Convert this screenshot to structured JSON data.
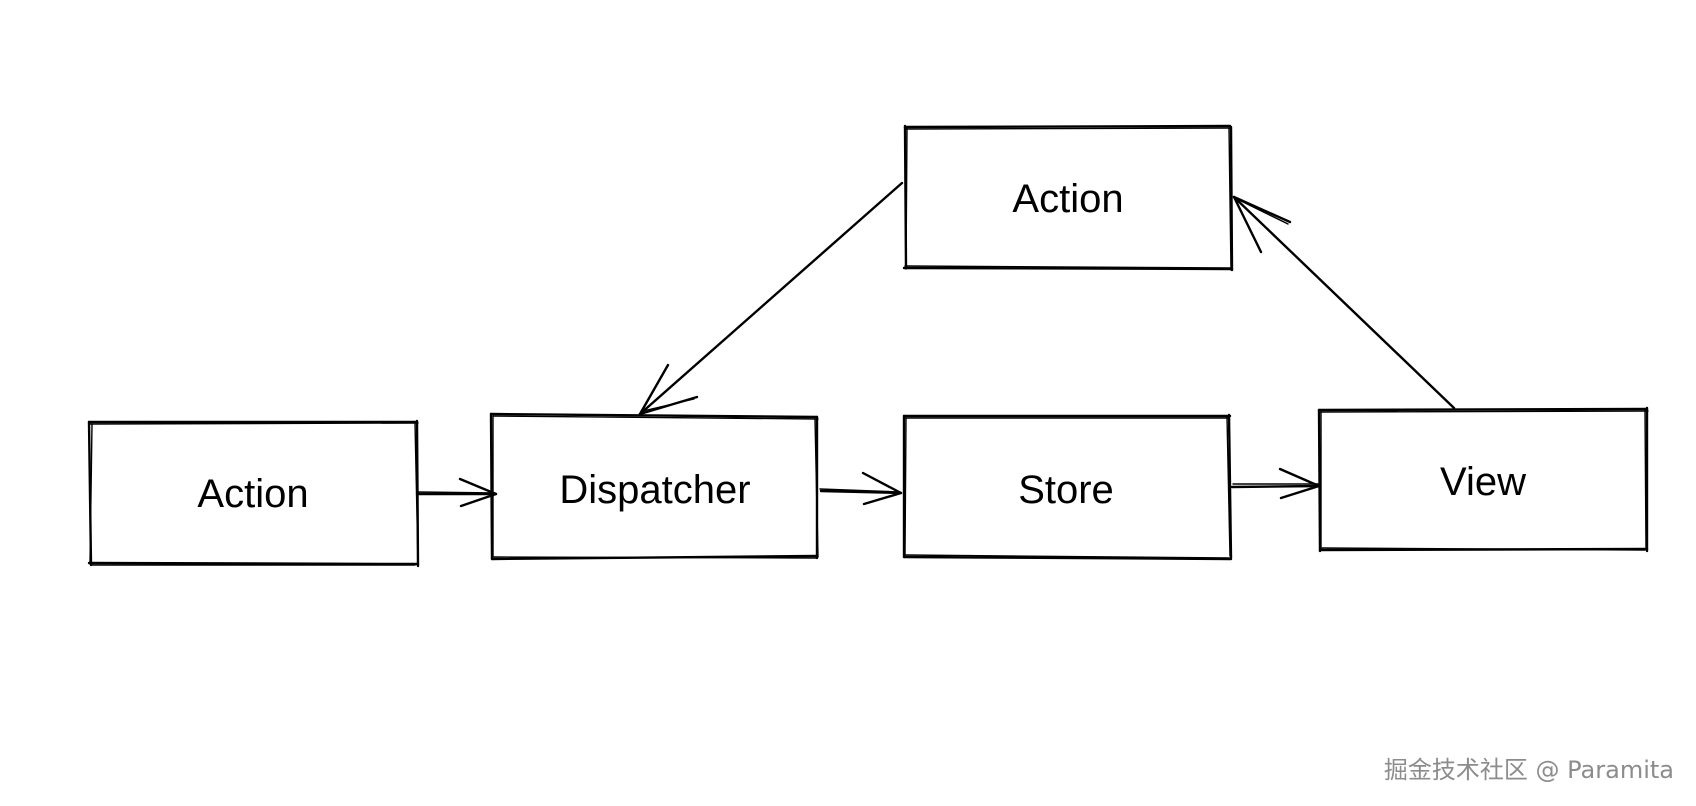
{
  "diagram": {
    "nodes": {
      "action_top": {
        "label": "Action"
      },
      "action_left": {
        "label": "Action"
      },
      "dispatcher": {
        "label": "Dispatcher"
      },
      "store": {
        "label": "Store"
      },
      "view": {
        "label": "View"
      }
    },
    "edges": [
      {
        "from": "Action",
        "to": "Dispatcher"
      },
      {
        "from": "Dispatcher",
        "to": "Store"
      },
      {
        "from": "Store",
        "to": "View"
      },
      {
        "from": "View",
        "to": "Action"
      },
      {
        "from": "Action",
        "to": "Dispatcher"
      }
    ],
    "stroke_color": "#000000"
  },
  "watermark": {
    "text": "掘金技术社区 @ Paramita"
  }
}
